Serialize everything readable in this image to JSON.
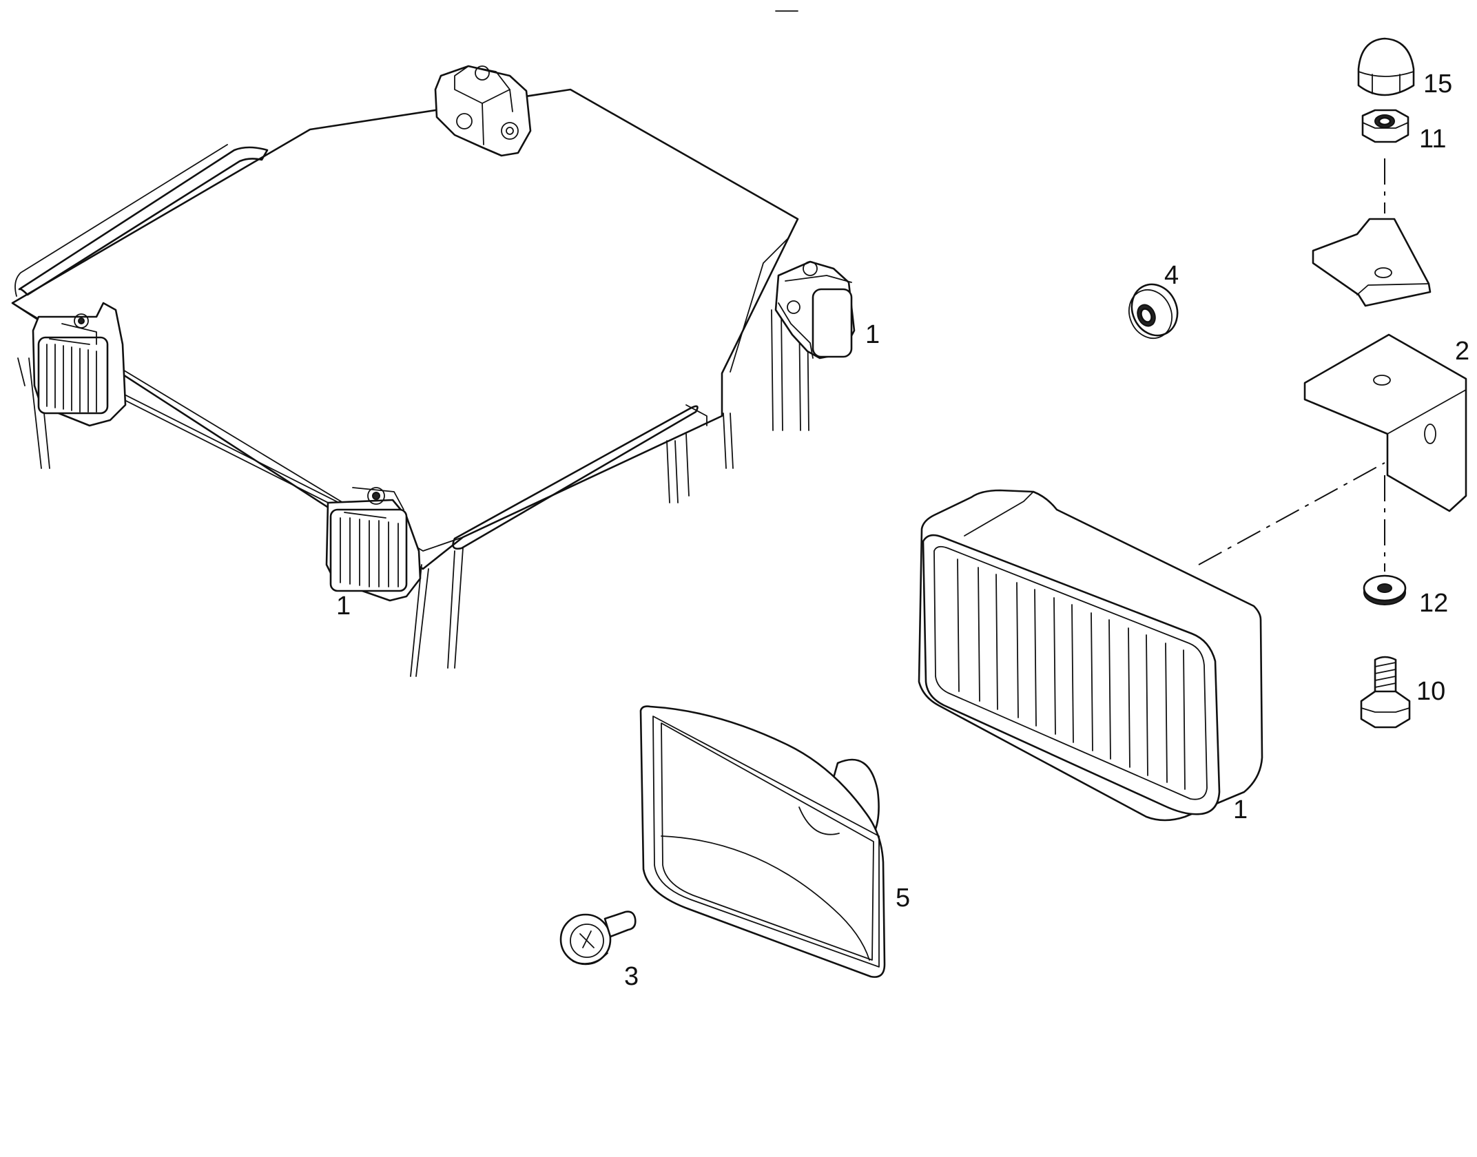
{
  "callouts": [
    {
      "id": "1a",
      "text": "1"
    },
    {
      "id": "1b",
      "text": "1"
    },
    {
      "id": "1c",
      "text": "1"
    },
    {
      "id": "2",
      "text": "2"
    },
    {
      "id": "3",
      "text": "3"
    },
    {
      "id": "4",
      "text": "4"
    },
    {
      "id": "5",
      "text": "5"
    },
    {
      "id": "10",
      "text": "10"
    },
    {
      "id": "11",
      "text": "11"
    },
    {
      "id": "12",
      "text": "12"
    },
    {
      "id": "15",
      "text": "15"
    }
  ]
}
